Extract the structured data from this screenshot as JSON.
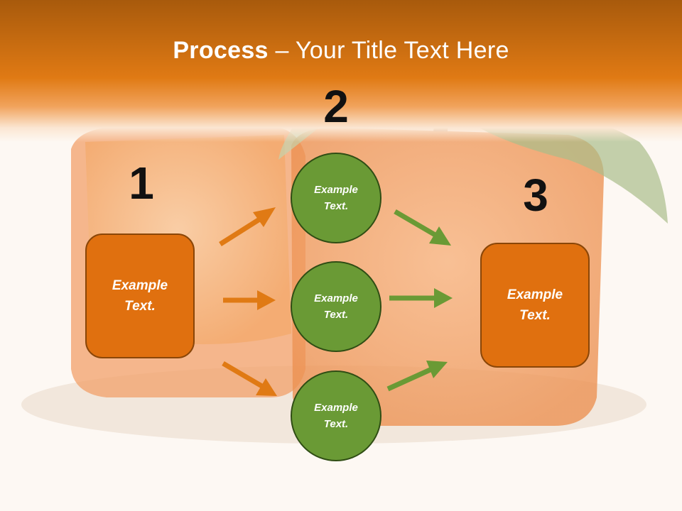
{
  "title": {
    "bold": "Process",
    "rest": " – Your Title Text Here"
  },
  "steps": [
    {
      "number": "1"
    },
    {
      "number": "2"
    },
    {
      "number": "3"
    }
  ],
  "left_box": {
    "line1": "Example",
    "line2": "Text."
  },
  "circles": [
    {
      "line1": "Example",
      "line2": "Text."
    },
    {
      "line1": "Example",
      "line2": "Text."
    },
    {
      "line1": "Example",
      "line2": "Text."
    }
  ],
  "right_box": {
    "line1": "Example",
    "line2": "Text."
  },
  "colors": {
    "header": "#e07a14",
    "box_fill": "#e0700f",
    "circle_fill": "#6a9a35",
    "arrow_orange": "#e07a14",
    "arrow_green": "#6a9a35",
    "number_text": "#111111"
  }
}
